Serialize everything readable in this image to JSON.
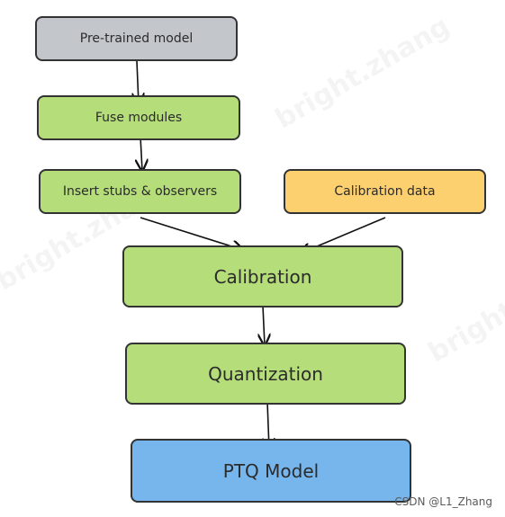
{
  "watermark": {
    "repeated_text": "bright.zhang",
    "credit": "CSDN @L1_Zhang"
  },
  "nodes": {
    "pretrained": "Pre-trained model",
    "fuse": "Fuse modules",
    "insert": "Insert stubs & observers",
    "calibration_data": "Calibration data",
    "calibration": "Calibration",
    "quantization": "Quantization",
    "ptq_model": "PTQ Model"
  },
  "colors": {
    "gray": "#c3c7cc",
    "green": "#b5dd7a",
    "orange": "#fdd06f",
    "blue": "#77b6ec",
    "border": "#333333"
  }
}
